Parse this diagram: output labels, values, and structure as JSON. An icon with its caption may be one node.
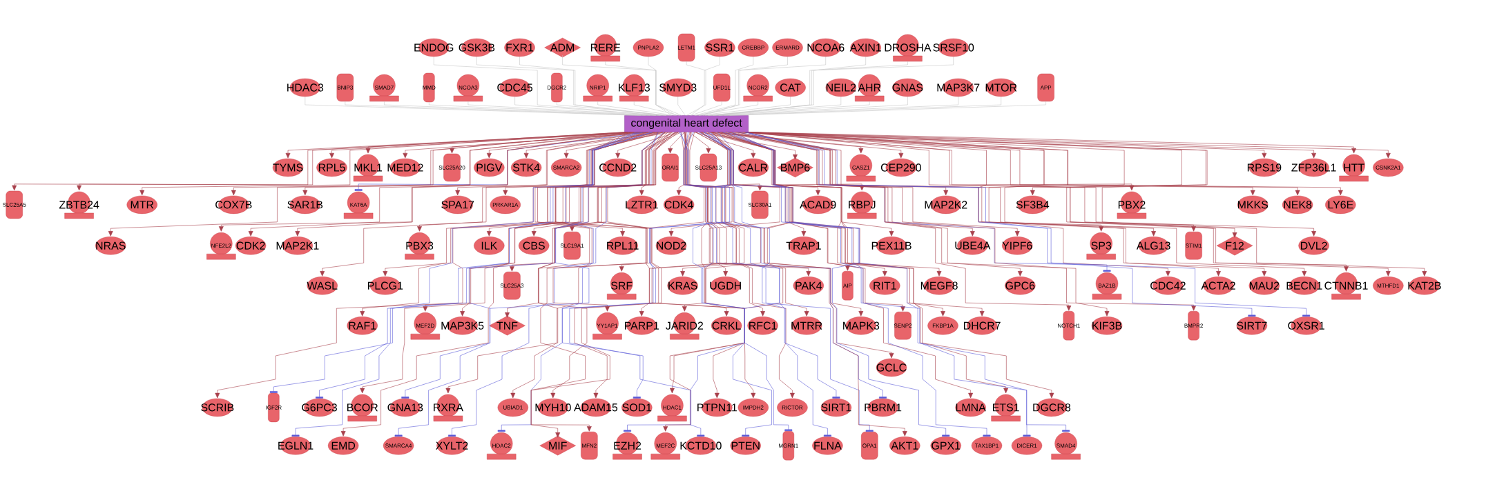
{
  "diagram": {
    "nodes": [
      {
        "text": [
          "ENDOG"
        ]
      },
      {
        "text": [
          "GSK3B"
        ]
      },
      {
        "text": [
          "FXR1"
        ]
      },
      {
        "text": [
          "ADM"
        ]
      },
      {
        "text": [
          "RERE"
        ]
      },
      {
        "text": [
          "PNPLA2"
        ]
      },
      {
        "text": [
          "LETM1"
        ]
      },
      {
        "text": [
          "SSR1"
        ]
      },
      {
        "text": [
          "CREBBP"
        ]
      },
      {
        "text": [
          "ERMARD"
        ]
      },
      {
        "text": [
          "NCOA6"
        ]
      },
      {
        "text": [
          "AXIN1"
        ]
      },
      {
        "text": [
          "DROSHA"
        ]
      },
      {
        "text": [
          "SRSF10"
        ]
      },
      {
        "text": [
          "HDAC3"
        ]
      },
      {
        "text": [
          "BNIP3"
        ]
      },
      {
        "text": [
          "SMAD7"
        ]
      },
      {
        "text": [
          "MMD"
        ]
      },
      {
        "text": [
          "NCOA3"
        ]
      },
      {
        "text": [
          "CDC45"
        ]
      },
      {
        "text": [
          "DGCR2"
        ]
      },
      {
        "text": [
          "NRIP1"
        ]
      },
      {
        "text": [
          "KLF13"
        ]
      },
      {
        "text": [
          "SMYD3"
        ]
      },
      {
        "text": [
          "UFD1L"
        ]
      },
      {
        "text": [
          "NCOR2"
        ]
      },
      {
        "text": [
          "CAT"
        ]
      },
      {
        "text": [
          "NEIL2"
        ]
      },
      {
        "text": [
          "AHR"
        ]
      },
      {
        "text": [
          "GNAS"
        ]
      },
      {
        "text": [
          "MAP3K7"
        ]
      },
      {
        "text": [
          "MTOR"
        ]
      },
      {
        "text": [
          "APP"
        ]
      },
      {
        "text": [
          "congenital heart defect"
        ]
      },
      {
        "text": [
          "TYMS"
        ]
      },
      {
        "text": [
          "RPL5"
        ]
      },
      {
        "text": [
          "MKL1"
        ]
      },
      {
        "text": [
          "MED12"
        ]
      },
      {
        "text": [
          "SLC25A20"
        ]
      },
      {
        "text": [
          "PIGV"
        ]
      },
      {
        "text": [
          "STK4"
        ]
      },
      {
        "text": [
          "SMARCA2"
        ]
      },
      {
        "text": [
          "CCND2"
        ]
      },
      {
        "text": [
          "ORAI1"
        ]
      },
      {
        "text": [
          "SLC25A13"
        ]
      },
      {
        "text": [
          "CALR"
        ]
      },
      {
        "text": [
          "BMP6"
        ]
      },
      {
        "text": [
          "CASZ1"
        ]
      },
      {
        "text": [
          "CEP290"
        ]
      },
      {
        "text": [
          "RPS19"
        ]
      },
      {
        "text": [
          "ZFP36L1"
        ]
      },
      {
        "text": [
          "HTT"
        ]
      },
      {
        "text": [
          "CSNK2A1"
        ]
      },
      {
        "text": [
          "SLC25A5"
        ]
      },
      {
        "text": [
          "ZBTB24"
        ]
      },
      {
        "text": [
          "MTR"
        ]
      },
      {
        "text": [
          "COX7B"
        ]
      },
      {
        "text": [
          "SAR1B"
        ]
      },
      {
        "text": [
          "KAT6A"
        ]
      },
      {
        "text": [
          "SPA17"
        ]
      },
      {
        "text": [
          "PRKAR1A"
        ]
      },
      {
        "text": [
          "LZTR1"
        ]
      },
      {
        "text": [
          "CDK4"
        ]
      },
      {
        "text": [
          "SLC30A1"
        ]
      },
      {
        "text": [
          "ACAD9"
        ]
      },
      {
        "text": [
          "RBPJ"
        ]
      },
      {
        "text": [
          "MAP2K2"
        ]
      },
      {
        "text": [
          "SF3B4"
        ]
      },
      {
        "text": [
          "PBX2"
        ]
      },
      {
        "text": [
          "MKKS"
        ]
      },
      {
        "text": [
          "NEK8"
        ]
      },
      {
        "text": [
          "LY6E"
        ]
      },
      {
        "text": [
          "NRAS"
        ]
      },
      {
        "text": [
          "NFE2L2"
        ]
      },
      {
        "text": [
          "CDK2"
        ]
      },
      {
        "text": [
          "MAP2K1"
        ]
      },
      {
        "text": [
          "PBX3"
        ]
      },
      {
        "text": [
          "ILK"
        ]
      },
      {
        "text": [
          "CBS"
        ]
      },
      {
        "text": [
          "SLC19A1"
        ]
      },
      {
        "text": [
          "RPL11"
        ]
      },
      {
        "text": [
          "NOD2"
        ]
      },
      {
        "text": [
          "TRAP1"
        ]
      },
      {
        "text": [
          "PEX11B"
        ]
      },
      {
        "text": [
          "UBE4A"
        ]
      },
      {
        "text": [
          "YIPF6"
        ]
      },
      {
        "text": [
          "SP3"
        ]
      },
      {
        "text": [
          "ALG13"
        ]
      },
      {
        "text": [
          "STIM1"
        ]
      },
      {
        "text": [
          "F12"
        ]
      },
      {
        "text": [
          "DVL2"
        ]
      },
      {
        "text": [
          "WASL"
        ]
      },
      {
        "text": [
          "PLCG1"
        ]
      },
      {
        "text": [
          "SLC25A3"
        ]
      },
      {
        "text": [
          "SRF"
        ]
      },
      {
        "text": [
          "KRAS"
        ]
      },
      {
        "text": [
          "UGDH"
        ]
      },
      {
        "text": [
          "PAK4"
        ]
      },
      {
        "text": [
          "AIP"
        ]
      },
      {
        "text": [
          "RIT1"
        ]
      },
      {
        "text": [
          "MEGF8"
        ]
      },
      {
        "text": [
          "GPC6"
        ]
      },
      {
        "text": [
          "BAZ1B"
        ]
      },
      {
        "text": [
          "CDC42"
        ]
      },
      {
        "text": [
          "ACTA2"
        ]
      },
      {
        "text": [
          "MAU2"
        ]
      },
      {
        "text": [
          "BECN1"
        ]
      },
      {
        "text": [
          "CTNNB1"
        ]
      },
      {
        "text": [
          "MTHFD1"
        ]
      },
      {
        "text": [
          "KAT2B"
        ]
      },
      {
        "text": [
          "RAF1"
        ]
      },
      {
        "text": [
          "MEF2D"
        ]
      },
      {
        "text": [
          "MAP3K5"
        ]
      },
      {
        "text": [
          "TNF"
        ]
      },
      {
        "text": [
          "YY1AP1"
        ]
      },
      {
        "text": [
          "PARP1"
        ]
      },
      {
        "text": [
          "JARID2"
        ]
      },
      {
        "text": [
          "CRKL"
        ]
      },
      {
        "text": [
          "RFC1"
        ]
      },
      {
        "text": [
          "MTRR"
        ]
      },
      {
        "text": [
          "MAPK3"
        ]
      },
      {
        "text": [
          "SENP2"
        ]
      },
      {
        "text": [
          "FKBP1A"
        ]
      },
      {
        "text": [
          "DHCR7"
        ]
      },
      {
        "text": [
          "NOTCH1"
        ]
      },
      {
        "text": [
          "KIF3B"
        ]
      },
      {
        "text": [
          "BMPR2"
        ]
      },
      {
        "text": [
          "SIRT7"
        ]
      },
      {
        "text": [
          "OXSR1"
        ]
      },
      {
        "text": [
          "GCLC"
        ]
      },
      {
        "text": [
          "SCRIB"
        ]
      },
      {
        "text": [
          "IGF2R"
        ]
      },
      {
        "text": [
          "G6PC3"
        ]
      },
      {
        "text": [
          "BCOR"
        ]
      },
      {
        "text": [
          "GNA13"
        ]
      },
      {
        "text": [
          "RXRA"
        ]
      },
      {
        "text": [
          "UBIAD1"
        ]
      },
      {
        "text": [
          "MYH10"
        ]
      },
      {
        "text": [
          "ADAM15"
        ]
      },
      {
        "text": [
          "SOD1"
        ]
      },
      {
        "text": [
          "HDAC1"
        ]
      },
      {
        "text": [
          "PTPN11"
        ]
      },
      {
        "text": [
          "IMPDH2"
        ]
      },
      {
        "text": [
          "RICTOR"
        ]
      },
      {
        "text": [
          "SIRT1"
        ]
      },
      {
        "text": [
          "PBRM1"
        ]
      },
      {
        "text": [
          "LMNA"
        ]
      },
      {
        "text": [
          "ETS1"
        ]
      },
      {
        "text": [
          "DGCR8"
        ]
      },
      {
        "text": [
          "EGLN1"
        ]
      },
      {
        "text": [
          "EMD"
        ]
      },
      {
        "text": [
          "SMARCA4"
        ]
      },
      {
        "text": [
          "XYLT2"
        ]
      },
      {
        "text": [
          "HDAC2"
        ]
      },
      {
        "text": [
          "MIF"
        ]
      },
      {
        "text": [
          "MFN2"
        ]
      },
      {
        "text": [
          "EZH2"
        ]
      },
      {
        "text": [
          "MEF2C"
        ]
      },
      {
        "text": [
          "KCTD10"
        ]
      },
      {
        "text": [
          "PTEN"
        ]
      },
      {
        "text": [
          "MGRN1"
        ]
      },
      {
        "text": [
          "FLNA"
        ]
      },
      {
        "text": [
          "OPA1"
        ]
      },
      {
        "text": [
          "AKT1"
        ]
      },
      {
        "text": [
          "GPX1"
        ]
      },
      {
        "text": [
          "TAX1BP1"
        ]
      },
      {
        "text": [
          "DICER1"
        ]
      },
      {
        "text": [
          "SMAD4"
        ]
      }
    ],
    "edges": [
      {
        "from": 0,
        "to": 33,
        "arrow": "none",
        "color": "#c8c8c8"
      },
      {
        "from": 1,
        "to": 33,
        "arrow": "none",
        "color": "#c8c8c8"
      },
      {
        "from": 2,
        "to": 33,
        "arrow": "none",
        "color": "#c8c8c8"
      },
      {
        "from": 3,
        "to": 33,
        "arrow": "none",
        "color": "#c8c8c8"
      },
      {
        "from": 4,
        "to": 33,
        "arrow": "none",
        "color": "#c8c8c8"
      },
      {
        "from": 5,
        "to": 33,
        "arrow": "none",
        "color": "#c8c8c8"
      },
      {
        "from": 6,
        "to": 33,
        "arrow": "none",
        "color": "#c8c8c8"
      },
      {
        "from": 7,
        "to": 33,
        "arrow": "none",
        "color": "#c8c8c8"
      },
      {
        "from": 8,
        "to": 33,
        "arrow": "none",
        "color": "#c8c8c8"
      },
      {
        "from": 9,
        "to": 33,
        "arrow": "none",
        "color": "#c8c8c8"
      },
      {
        "from": 10,
        "to": 33,
        "arrow": "none",
        "color": "#c8c8c8"
      },
      {
        "from": 11,
        "to": 33,
        "arrow": "none",
        "color": "#c8c8c8"
      },
      {
        "from": 12,
        "to": 33,
        "arrow": "none",
        "color": "#c8c8c8"
      },
      {
        "from": 13,
        "to": 33,
        "arrow": "none",
        "color": "#c8c8c8"
      },
      {
        "from": 14,
        "to": 33,
        "arrow": "none",
        "color": "#c8c8c8"
      },
      {
        "from": 15,
        "to": 33,
        "arrow": "none",
        "color": "#c8c8c8"
      },
      {
        "from": 16,
        "to": 33,
        "arrow": "none",
        "color": "#c8c8c8"
      },
      {
        "from": 17,
        "to": 33,
        "arrow": "none",
        "color": "#c8c8c8"
      },
      {
        "from": 18,
        "to": 33,
        "arrow": "none",
        "color": "#c8c8c8"
      },
      {
        "from": 19,
        "to": 33,
        "arrow": "none",
        "color": "#c8c8c8"
      },
      {
        "from": 20,
        "to": 33,
        "arrow": "none",
        "color": "#c8c8c8"
      },
      {
        "from": 21,
        "to": 33,
        "arrow": "none",
        "color": "#c8c8c8"
      },
      {
        "from": 22,
        "to": 33,
        "arrow": "none",
        "color": "#c8c8c8"
      },
      {
        "from": 23,
        "to": 33,
        "arrow": "none",
        "color": "#c8c8c8"
      },
      {
        "from": 24,
        "to": 33,
        "arrow": "none",
        "color": "#c8c8c8"
      },
      {
        "from": 25,
        "to": 33,
        "arrow": "none",
        "color": "#c8c8c8"
      },
      {
        "from": 26,
        "to": 33,
        "arrow": "none",
        "color": "#c8c8c8"
      },
      {
        "from": 27,
        "to": 33,
        "arrow": "none",
        "color": "#c8c8c8"
      },
      {
        "from": 28,
        "to": 33,
        "arrow": "none",
        "color": "#c8c8c8"
      },
      {
        "from": 29,
        "to": 33,
        "arrow": "none",
        "color": "#c8c8c8"
      },
      {
        "from": 30,
        "to": 33,
        "arrow": "none",
        "color": "#c8c8c8"
      },
      {
        "from": 31,
        "to": 33,
        "arrow": "none",
        "color": "#c8c8c8"
      },
      {
        "from": 32,
        "to": 33,
        "arrow": "none",
        "color": "#c8c8c8"
      },
      {
        "from": 33,
        "to": 34,
        "arrow": "to"
      },
      {
        "from": 33,
        "to": 35,
        "arrow": "to"
      },
      {
        "from": 33,
        "to": 36,
        "arrow": "to"
      },
      {
        "from": 33,
        "to": 37,
        "arrow": "to"
      },
      {
        "from": 33,
        "to": 38,
        "arrow": "to"
      },
      {
        "from": 33,
        "to": 39,
        "arrow": "to"
      },
      {
        "from": 33,
        "to": 40,
        "arrow": "to"
      },
      {
        "from": 33,
        "to": 41,
        "arrow": "to"
      },
      {
        "from": 33,
        "to": 42,
        "arrow": "to"
      },
      {
        "from": 33,
        "to": 43,
        "arrow": "to"
      },
      {
        "from": 33,
        "to": 44,
        "arrow": "to"
      },
      {
        "from": 33,
        "to": 45,
        "arrow": "to"
      },
      {
        "from": 33,
        "to": 46,
        "arrow": "to"
      },
      {
        "from": 33,
        "to": 47,
        "arrow": "to"
      },
      {
        "from": 33,
        "to": 48,
        "arrow": "to"
      },
      {
        "from": 33,
        "to": 49,
        "arrow": "to"
      },
      {
        "from": 33,
        "to": 50,
        "arrow": "to"
      },
      {
        "from": 33,
        "to": 51,
        "arrow": "to"
      },
      {
        "from": 33,
        "to": 52,
        "arrow": "to"
      },
      {
        "from": 33,
        "to": 53,
        "arrow": "to"
      },
      {
        "from": 33,
        "to": 54,
        "arrow": "to"
      },
      {
        "from": 33,
        "to": 55,
        "arrow": "to"
      },
      {
        "from": 33,
        "to": 56,
        "arrow": "to"
      },
      {
        "from": 33,
        "to": 57,
        "arrow": "to"
      },
      {
        "from": 33,
        "to": 58,
        "arrow": "other",
        "color": "#5a5ad8"
      },
      {
        "from": 33,
        "to": 59,
        "arrow": "to"
      },
      {
        "from": 33,
        "to": 60,
        "arrow": "to"
      },
      {
        "from": 33,
        "to": 61,
        "arrow": "to"
      },
      {
        "from": 33,
        "to": 62,
        "arrow": "to"
      },
      {
        "from": 33,
        "to": 63,
        "arrow": "to"
      },
      {
        "from": 33,
        "to": 64,
        "arrow": "to"
      },
      {
        "from": 33,
        "to": 65,
        "arrow": "to"
      },
      {
        "from": 33,
        "to": 66,
        "arrow": "to"
      },
      {
        "from": 33,
        "to": 67,
        "arrow": "to"
      },
      {
        "from": 33,
        "to": 68,
        "arrow": "to"
      },
      {
        "from": 33,
        "to": 69,
        "arrow": "to"
      },
      {
        "from": 33,
        "to": 70,
        "arrow": "to"
      },
      {
        "from": 33,
        "to": 71,
        "arrow": "to"
      },
      {
        "from": 33,
        "to": 72,
        "arrow": "to"
      },
      {
        "from": 33,
        "to": 73,
        "arrow": "to"
      },
      {
        "from": 33,
        "to": 74,
        "arrow": "to"
      },
      {
        "from": 33,
        "to": 75,
        "arrow": "to"
      },
      {
        "from": 33,
        "to": 76,
        "arrow": "to"
      },
      {
        "from": 33,
        "to": 77,
        "arrow": "to"
      },
      {
        "from": 33,
        "to": 78,
        "arrow": "to"
      },
      {
        "from": 33,
        "to": 79,
        "arrow": "to"
      },
      {
        "from": 33,
        "to": 80,
        "arrow": "to"
      },
      {
        "from": 33,
        "to": 81,
        "arrow": "to"
      },
      {
        "from": 33,
        "to": 82,
        "arrow": "to"
      },
      {
        "from": 33,
        "to": 83,
        "arrow": "to"
      },
      {
        "from": 33,
        "to": 84,
        "arrow": "to"
      },
      {
        "from": 33,
        "to": 85,
        "arrow": "to"
      },
      {
        "from": 33,
        "to": 86,
        "arrow": "to"
      },
      {
        "from": 33,
        "to": 87,
        "arrow": "to"
      },
      {
        "from": 33,
        "to": 88,
        "arrow": "to"
      },
      {
        "from": 33,
        "to": 89,
        "arrow": "to"
      },
      {
        "from": 33,
        "to": 90,
        "arrow": "to"
      },
      {
        "from": 33,
        "to": 91,
        "arrow": "to"
      },
      {
        "from": 33,
        "to": 92,
        "arrow": "to"
      },
      {
        "from": 33,
        "to": 93,
        "arrow": "to"
      },
      {
        "from": 33,
        "to": 94,
        "arrow": "to"
      },
      {
        "from": 33,
        "to": 95,
        "arrow": "to"
      },
      {
        "from": 33,
        "to": 96,
        "arrow": "to"
      },
      {
        "from": 33,
        "to": 97,
        "arrow": "to"
      },
      {
        "from": 33,
        "to": 98,
        "arrow": "to"
      },
      {
        "from": 33,
        "to": 99,
        "arrow": "to"
      },
      {
        "from": 33,
        "to": 100,
        "arrow": "to"
      },
      {
        "from": 33,
        "to": 101,
        "arrow": "to"
      },
      {
        "from": 33,
        "to": 102,
        "arrow": "other",
        "color": "#5a5ad8"
      },
      {
        "from": 33,
        "to": 103,
        "arrow": "to"
      },
      {
        "from": 33,
        "to": 104,
        "arrow": "to"
      },
      {
        "from": 33,
        "to": 105,
        "arrow": "to"
      },
      {
        "from": 33,
        "to": 106,
        "arrow": "to"
      },
      {
        "from": 33,
        "to": 107,
        "arrow": "to"
      },
      {
        "from": 33,
        "to": 108,
        "arrow": "to"
      },
      {
        "from": 33,
        "to": 109,
        "arrow": "to"
      },
      {
        "from": 33,
        "to": 110,
        "arrow": "to"
      },
      {
        "from": 33,
        "to": 111,
        "arrow": "to"
      },
      {
        "from": 33,
        "to": 112,
        "arrow": "to"
      },
      {
        "from": 33,
        "to": 113,
        "arrow": "to"
      },
      {
        "from": 33,
        "to": 114,
        "arrow": "to"
      },
      {
        "from": 33,
        "to": 115,
        "arrow": "to"
      },
      {
        "from": 33,
        "to": 116,
        "arrow": "to"
      },
      {
        "from": 33,
        "to": 117,
        "arrow": "to"
      },
      {
        "from": 33,
        "to": 118,
        "arrow": "to"
      },
      {
        "from": 33,
        "to": 119,
        "arrow": "to"
      },
      {
        "from": 33,
        "to": 120,
        "arrow": "to"
      },
      {
        "from": 33,
        "to": 121,
        "arrow": "to"
      },
      {
        "from": 33,
        "to": 122,
        "arrow": "to"
      },
      {
        "from": 33,
        "to": 123,
        "arrow": "to"
      },
      {
        "from": 33,
        "to": 124,
        "arrow": "to"
      },
      {
        "from": 33,
        "to": 125,
        "arrow": "to"
      },
      {
        "from": 33,
        "to": 126,
        "arrow": "to"
      },
      {
        "from": 33,
        "to": 127,
        "arrow": "other",
        "color": "#5a5ad8"
      },
      {
        "from": 33,
        "to": 128,
        "arrow": "other",
        "color": "#5a5ad8"
      },
      {
        "from": 33,
        "to": 129,
        "arrow": "to"
      },
      {
        "from": 33,
        "to": 130,
        "arrow": "to"
      },
      {
        "from": 33,
        "to": 131,
        "arrow": "other",
        "color": "#5a5ad8"
      },
      {
        "from": 33,
        "to": 132,
        "arrow": "other",
        "color": "#5a5ad8"
      },
      {
        "from": 33,
        "to": 133,
        "arrow": "to"
      },
      {
        "from": 33,
        "to": 134,
        "arrow": "other",
        "color": "#5a5ad8"
      },
      {
        "from": 33,
        "to": 135,
        "arrow": "to"
      },
      {
        "from": 33,
        "to": 136,
        "arrow": "to"
      },
      {
        "from": 33,
        "to": 137,
        "arrow": "to"
      },
      {
        "from": 33,
        "to": 138,
        "arrow": "to"
      },
      {
        "from": 33,
        "to": 139,
        "arrow": "other",
        "color": "#5a5ad8"
      },
      {
        "from": 33,
        "to": 140,
        "arrow": "to"
      },
      {
        "from": 33,
        "to": 141,
        "arrow": "to"
      },
      {
        "from": 33,
        "to": 142,
        "arrow": "to"
      },
      {
        "from": 33,
        "to": 143,
        "arrow": "to"
      },
      {
        "from": 33,
        "to": 144,
        "arrow": "other",
        "color": "#5a5ad8"
      },
      {
        "from": 33,
        "to": 145,
        "arrow": "other",
        "color": "#5a5ad8"
      },
      {
        "from": 33,
        "to": 146,
        "arrow": "to"
      },
      {
        "from": 33,
        "to": 147,
        "arrow": "to"
      },
      {
        "from": 33,
        "to": 148,
        "arrow": "to"
      },
      {
        "from": 33,
        "to": 149,
        "arrow": "other",
        "color": "#5a5ad8"
      },
      {
        "from": 33,
        "to": 150,
        "arrow": "to"
      },
      {
        "from": 33,
        "to": 151,
        "arrow": "other",
        "color": "#5a5ad8"
      },
      {
        "from": 33,
        "to": 152,
        "arrow": "other",
        "color": "#5a5ad8"
      },
      {
        "from": 33,
        "to": 153,
        "arrow": "other",
        "color": "#5a5ad8"
      },
      {
        "from": 33,
        "to": 154,
        "arrow": "to"
      },
      {
        "from": 33,
        "to": 155,
        "arrow": "to"
      },
      {
        "from": 33,
        "to": 156,
        "arrow": "other",
        "color": "#5a5ad8"
      },
      {
        "from": 33,
        "to": 157,
        "arrow": "to"
      },
      {
        "from": 33,
        "to": 158,
        "arrow": "other",
        "color": "#5a5ad8"
      },
      {
        "from": 33,
        "to": 159,
        "arrow": "other",
        "color": "#5a5ad8"
      },
      {
        "from": 33,
        "to": 160,
        "arrow": "other",
        "color": "#5a5ad8"
      },
      {
        "from": 33,
        "to": 161,
        "arrow": "other",
        "color": "#5a5ad8"
      },
      {
        "from": 33,
        "to": 162,
        "arrow": "other",
        "color": "#5a5ad8"
      },
      {
        "from": 33,
        "to": 163,
        "arrow": "to"
      },
      {
        "from": 33,
        "to": 164,
        "arrow": "other",
        "color": "#5a5ad8"
      },
      {
        "from": 33,
        "to": 165,
        "arrow": "other",
        "color": "#5a5ad8"
      },
      {
        "from": 33,
        "to": 166,
        "arrow": "other",
        "color": "#5a5ad8"
      },
      {
        "from": 33,
        "to": 167,
        "arrow": "other",
        "color": "#5a5ad8"
      }
    ]
  }
}
